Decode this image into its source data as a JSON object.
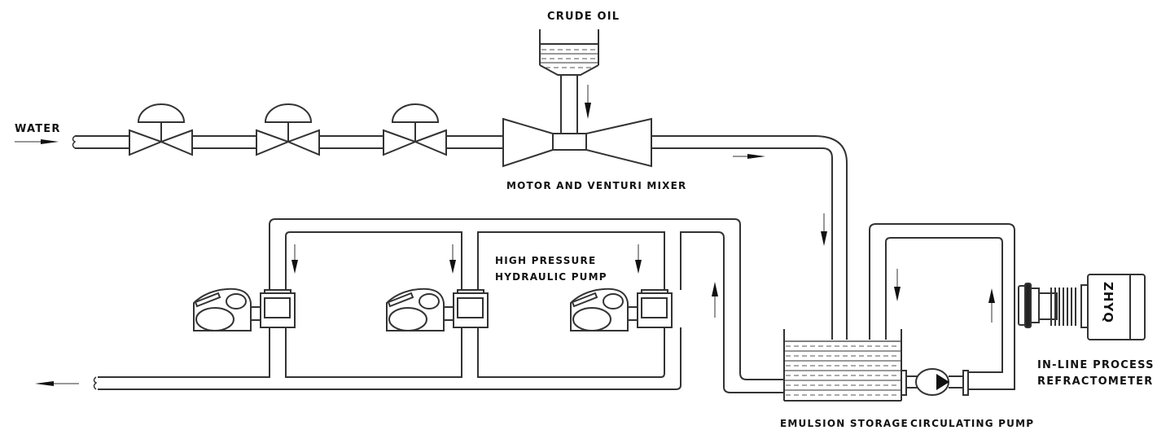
{
  "diagram": {
    "type": "process-flow",
    "labels": {
      "water": "WATER",
      "crude_oil": "CRUDE OIL",
      "mixer": "MOTOR AND VENTURI MIXER",
      "hydraulic_pump_line1": "HIGH PRESSURE",
      "hydraulic_pump_line2": "HYDRAULIC PUMP",
      "emulsion_storage": "EMULSION STORAGE",
      "circulating_pump": "CIRCULATING PUMP",
      "refractometer_line1": "IN-LINE PROCESS",
      "refractometer_line2": "REFRACTOMETER",
      "brand_mark": "ZHYQ"
    },
    "components": [
      {
        "id": "water-inlet",
        "type": "inlet",
        "name": "Water"
      },
      {
        "id": "control-valve-1",
        "type": "control-valve"
      },
      {
        "id": "control-valve-2",
        "type": "control-valve"
      },
      {
        "id": "control-valve-3",
        "type": "control-valve"
      },
      {
        "id": "crude-oil-hopper",
        "type": "hopper",
        "name": "Crude Oil"
      },
      {
        "id": "venturi-mixer",
        "type": "venturi-mixer",
        "name": "Motor and Venturi Mixer"
      },
      {
        "id": "hydraulic-pump-1",
        "type": "hydraulic-pump"
      },
      {
        "id": "hydraulic-pump-2",
        "type": "hydraulic-pump"
      },
      {
        "id": "hydraulic-pump-3",
        "type": "hydraulic-pump",
        "name": "High Pressure Hydraulic Pump"
      },
      {
        "id": "emulsion-storage-tank",
        "type": "tank",
        "name": "Emulsion Storage"
      },
      {
        "id": "circulating-pump",
        "type": "centrifugal-pump",
        "name": "Circulating Pump"
      },
      {
        "id": "refractometer",
        "type": "sensor",
        "name": "In-Line Process Refractometer"
      },
      {
        "id": "outlet",
        "type": "outlet"
      }
    ],
    "flows": [
      {
        "from": "water-inlet",
        "to": "venturi-mixer",
        "via": [
          "control-valve-1",
          "control-valve-2",
          "control-valve-3"
        ]
      },
      {
        "from": "crude-oil-hopper",
        "to": "venturi-mixer"
      },
      {
        "from": "venturi-mixer",
        "to": "emulsion-storage-tank"
      },
      {
        "from": "emulsion-storage-tank",
        "to": "circulating-pump"
      },
      {
        "from": "circulating-pump",
        "to": "emulsion-storage-tank",
        "via": [
          "refractometer"
        ]
      },
      {
        "from": "emulsion-storage-tank",
        "to": "hydraulic-pump-3"
      },
      {
        "from": "hydraulic-pump-3",
        "to": "outlet",
        "via": [
          "hydraulic-pump-2",
          "hydraulic-pump-1"
        ]
      }
    ]
  }
}
